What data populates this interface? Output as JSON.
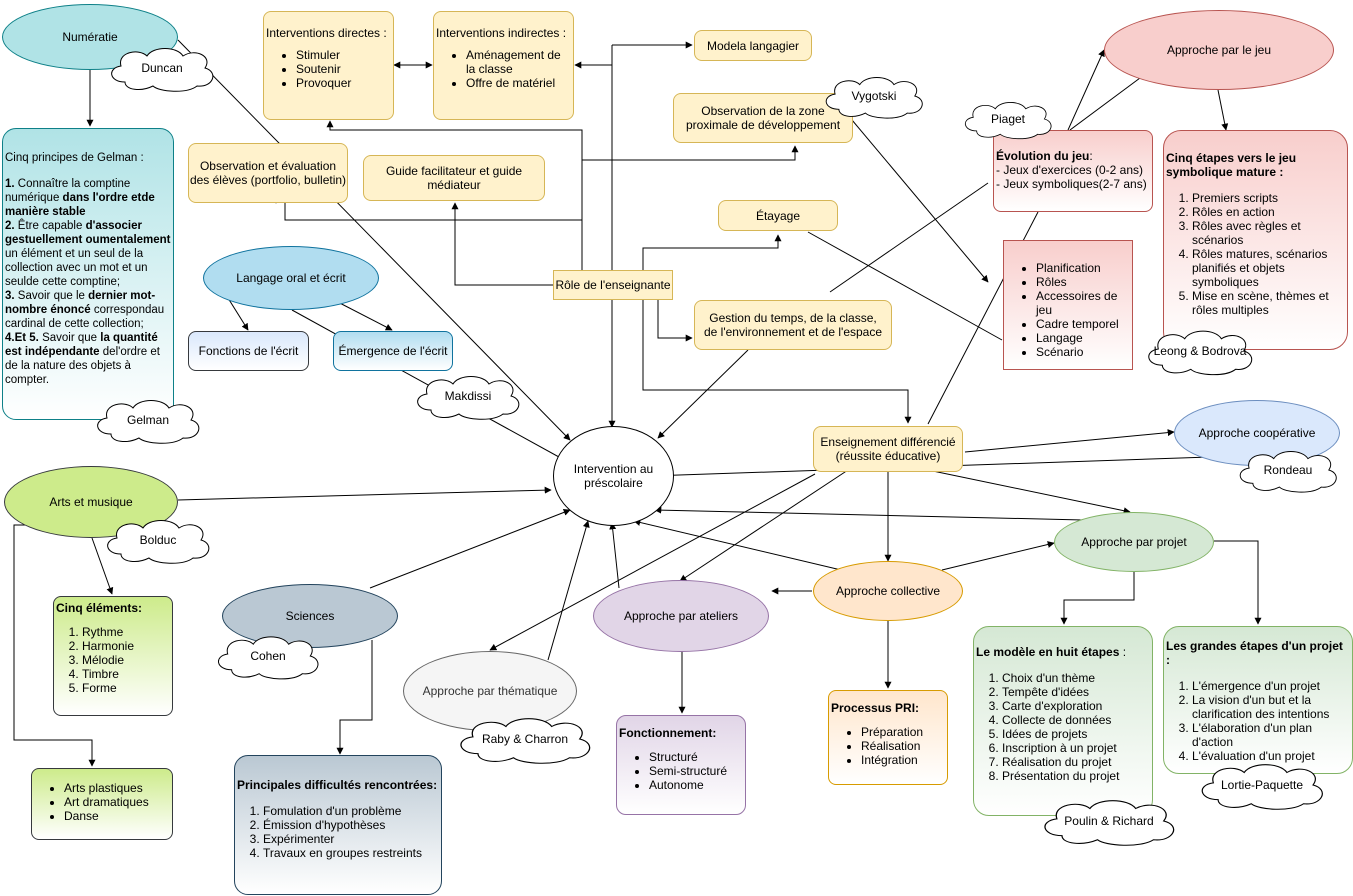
{
  "nodes": {
    "numeratie": "Numératie",
    "duncan": "Duncan",
    "gelman_title": "Cinq principes de Gelman :",
    "gelman_p1a": "1.",
    "gelman_p1b": " Connaître la comptine numérique ",
    "gelman_p1c": "dans l'ordre etde manière stable",
    "gelman_p2a": "2.",
    "gelman_p2b": " Être capable ",
    "gelman_p2c": "d'associer gestuellement oumentalement",
    "gelman_p2d": " un élément et un seul de la collection avec un mot et un seulde cette comptine;",
    "gelman_p3a": "3.",
    "gelman_p3b": " Savoir que le ",
    "gelman_p3c": "dernier mot-nombre énoncé",
    "gelman_p3d": " correspondau cardinal de cette collection;",
    "gelman_p4a": "4.Et 5.",
    "gelman_p4b": " Savoir que ",
    "gelman_p4c": "la quantité est indépendante",
    "gelman_p4d": " del'ordre et de la nature des objets à compter.",
    "gelman_cloud": "Gelman",
    "interv_directes_title": "Interventions directes :",
    "interv_directes_items": [
      "Stimuler",
      "Soutenir",
      "Provoquer"
    ],
    "interv_indirectes_title": "Interventions indirectes :",
    "interv_indirectes_items": [
      "Aménagement de la classe",
      "Offre de matériel"
    ],
    "modela": "Modela langagier",
    "obs_zone": "Observation de la zone proximale de développement",
    "vygotski": "Vygotski",
    "obs_eval": "Observation et évaluation des élèves (portfolio, bulletin)",
    "guide": "Guide facilitateur et guide médiateur",
    "etayage": "Étayage",
    "langage": "Langage oral et écrit",
    "role": "Rôle de l'enseignante",
    "fonctions": "Fonctions de l'écrit",
    "emergence": "Émergence de l'écrit",
    "makdissi": "Makdissi",
    "gestion": "Gestion du temps, de la classe, de l'environnement et de l'espace",
    "piaget": "Piaget",
    "approche_jeu": "Approche par le jeu",
    "evolution_title": "Évolution du jeu",
    "evolution_items": [
      "- Jeux d'exercices (0-2 ans)",
      "- Jeux symboliques(2-7 ans)"
    ],
    "cinq_etapes_title": "Cinq étapes vers le jeu symbolique mature :",
    "cinq_etapes_items": [
      "Premiers scripts",
      "Rôles en action",
      "Rôles avec règles et scénarios",
      "Rôles matures, scénarios planifiés et objets symboliques",
      "Mise en scène, thèmes et rôles multiples"
    ],
    "leong": "Leong & Bodrova",
    "planif_items": [
      "Planification",
      "Rôles",
      "Accessoires de jeu",
      "Cadre temporel",
      "Langage",
      "Scénario"
    ],
    "arts": "Arts et musique",
    "bolduc": "Bolduc",
    "intervention": "Intervention au préscolaire",
    "ens_diff": "Enseignement différencié (réussite éducative)",
    "approche_coop": "Approche coopérative",
    "rondeau": "Rondeau",
    "cinq_elements_title": "Cinq éléments:",
    "cinq_elements_items": [
      "Rythme",
      "Harmonie",
      "Mélodie",
      "Timbre",
      "Forme"
    ],
    "arts_plastiques_items": [
      "Arts plastiques",
      "Art dramatiques",
      "Danse"
    ],
    "sciences": "Sciences",
    "cohen": "Cohen",
    "difficultes_title": "Principales difficultés rencontrées:",
    "difficultes_items": [
      "Fomulation d'un problème",
      "Émission d'hypothèses",
      "Expérimenter",
      "Travaux en groupes restreints"
    ],
    "thematique": "Approche par thématique",
    "raby": "Raby & Charron",
    "ateliers": "Approche par ateliers",
    "fonctionnement_title": "Fonctionnement:",
    "fonctionnement_items": [
      "Structuré",
      "Semi-structuré",
      "Autonome"
    ],
    "collective": "Approche collective",
    "pri_title": "Processus PRI:",
    "pri_items": [
      "Préparation",
      "Réalisation",
      "Intégration"
    ],
    "projet": "Approche par projet",
    "huit_etapes_title": "Le modèle en huit étapes",
    "huit_etapes_items": [
      "Choix d'un thème",
      "Tempête d'idées",
      "Carte d'exploration",
      "Collecte de données",
      "Idées de projets",
      "Inscription à un projet",
      "Réalisation du projet",
      "Présentation du projet"
    ],
    "poulin": "Poulin & Richard",
    "grandes_etapes_title": "Les grandes étapes d'un projet :",
    "grandes_etapes_items": [
      "L'émergence d'un projet",
      "La vision d'un but et la clarification des intentions",
      "L'élaboration d'un plan d'action",
      "L'évaluation d'un projet"
    ],
    "lortie": "Lortie-Paquette"
  },
  "colors": {
    "teal": "#b0e3e6",
    "teal_border": "#0e8088",
    "blue": "#b1ddf0",
    "blue_border": "#10739e",
    "yellow": "#fff2cc",
    "yellow_border": "#d6b656",
    "red": "#f8cecc",
    "red_border": "#b85450",
    "green": "#d5e8d4",
    "green_border": "#82b366",
    "lime": "#cdeb8b",
    "lime_border": "#36393d",
    "steel": "#bac8d3",
    "steel_border": "#23445d",
    "lavender": "#e1d5e7",
    "lavender_border": "#9673a6",
    "orange": "#ffe6cc",
    "orange_border": "#d79b00",
    "coop": "#dae8fc",
    "coop_border": "#6c8ebf",
    "grey": "#f5f5f5",
    "grey_border": "#666666"
  }
}
